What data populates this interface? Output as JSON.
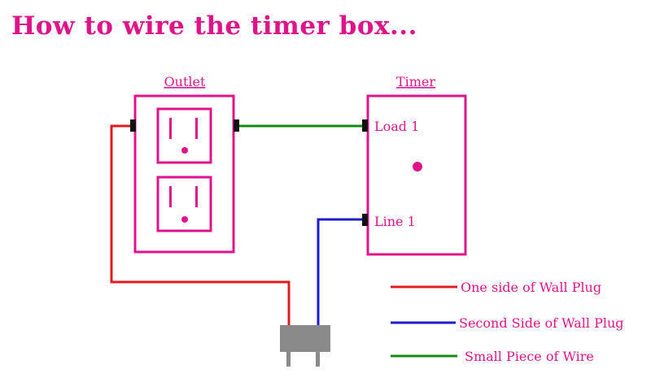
{
  "title": "How to wire the timer box...",
  "outlet": {
    "label": "Outlet"
  },
  "timer": {
    "label": "Timer",
    "terminals": [
      "Load 1",
      "Line 1"
    ]
  },
  "legend": [
    {
      "label": "One side of Wall Plug",
      "color": "#e01b1b"
    },
    {
      "label": "Second Side of Wall Plug",
      "color": "#1c1ccc"
    },
    {
      "label": "Small Piece of Wire",
      "color": "#138a13"
    }
  ],
  "colors": {
    "accent": "#e0148a",
    "terminal": "#111111",
    "plug": "#8a8a8a"
  }
}
